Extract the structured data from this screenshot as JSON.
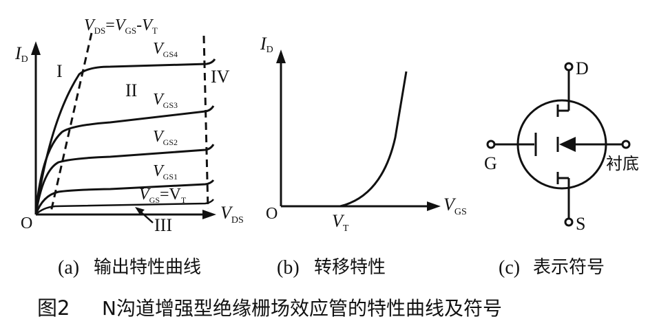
{
  "panel_a": {
    "y_axis_main": "I",
    "y_axis_sub": "D",
    "x_axis_main": "V",
    "x_axis_sub": "DS",
    "origin": "O",
    "boundary_v1": "V",
    "boundary_s1": "DS",
    "boundary_mid1": "=",
    "boundary_v2": "V",
    "boundary_s2": "GS",
    "boundary_mid2": "-",
    "boundary_v3": "V",
    "boundary_s3": "T",
    "region_1": "I",
    "region_2": "II",
    "region_3": "III",
    "region_4": "IV",
    "curve_labels": [
      {
        "v": "V",
        "sub": "GS4",
        "suffix": "",
        "suffix_sub": ""
      },
      {
        "v": "V",
        "sub": "GS3",
        "suffix": "",
        "suffix_sub": ""
      },
      {
        "v": "V",
        "sub": "GS2",
        "suffix": "",
        "suffix_sub": ""
      },
      {
        "v": "V",
        "sub": "GS1",
        "suffix": "",
        "suffix_sub": ""
      },
      {
        "v": "V",
        "sub": "GS",
        "suffix": "=V",
        "suffix_sub": "T"
      }
    ],
    "caption_letter": "(a)",
    "caption_text": "输出特性曲线"
  },
  "panel_b": {
    "y_axis_main": "I",
    "y_axis_sub": "D",
    "x_axis_main": "V",
    "x_axis_sub": "GS",
    "origin": "O",
    "threshold_main": "V",
    "threshold_sub": "T",
    "caption_letter": "(b)",
    "caption_text": "转移特性"
  },
  "panel_c": {
    "drain": "D",
    "source": "S",
    "gate": "G",
    "substrate": "衬底",
    "caption_letter": "(c)",
    "caption_text": "表示符号"
  },
  "figure_caption": {
    "number": "图2",
    "title": "N沟道增强型绝缘栅场效应管的特性曲线及符号"
  }
}
